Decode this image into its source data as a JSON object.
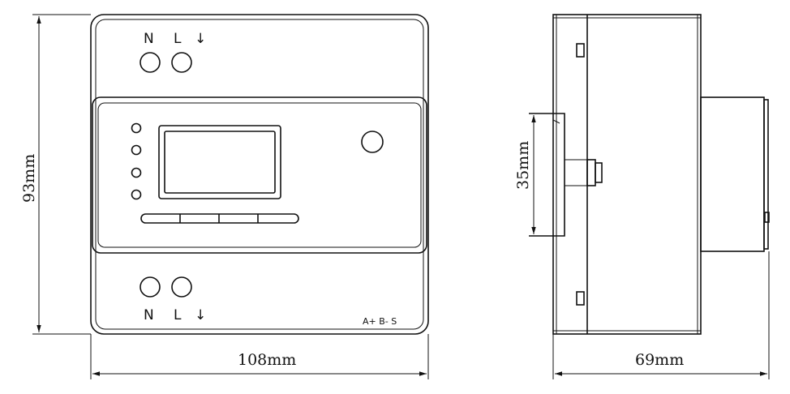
{
  "front_view": {
    "terminals_top": {
      "n_label": "N",
      "l_label": "L",
      "ground_symbol": "↓"
    },
    "terminals_bottom": {
      "n_label": "N",
      "l_label": "L",
      "ground_symbol": "↓"
    },
    "comm_label": "A+ B- S",
    "led_count": 4,
    "button_count": 4
  },
  "dimensions": {
    "height": "93mm",
    "width": "108mm",
    "depth": "69mm",
    "rail": "35mm"
  }
}
